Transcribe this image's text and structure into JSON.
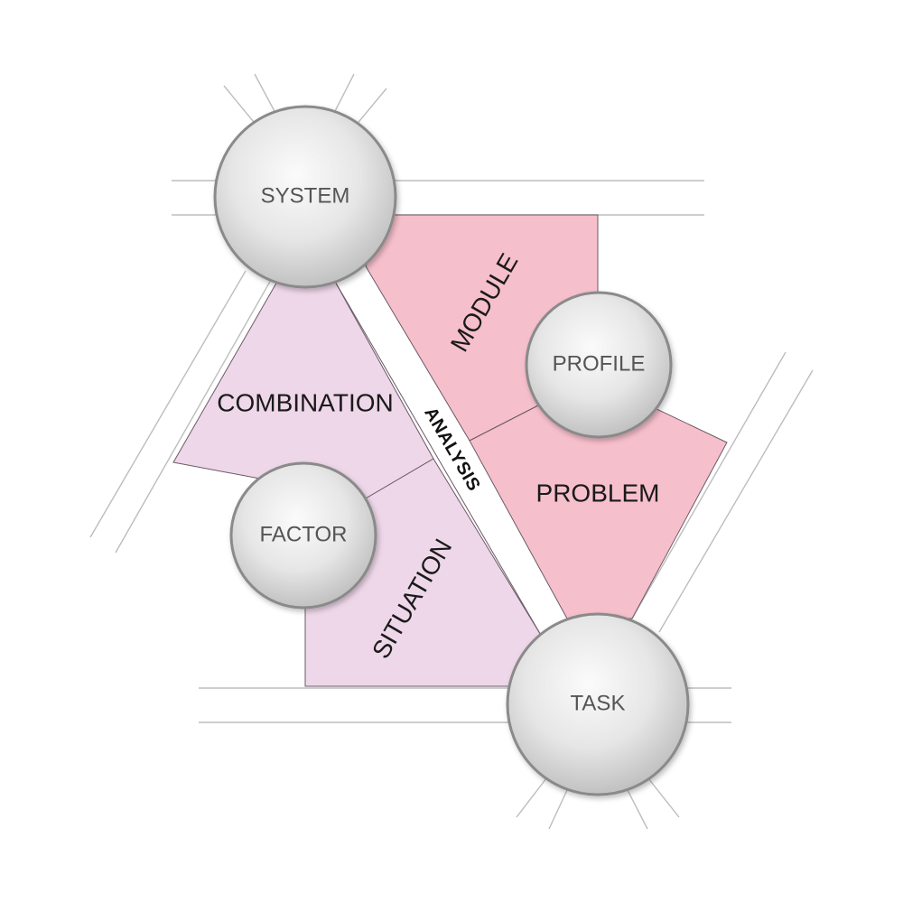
{
  "nodes": {
    "system": "SYSTEM",
    "profile": "PROFILE",
    "factor": "FACTOR",
    "task": "TASK"
  },
  "regions": {
    "module": "MODULE",
    "combination": "COMBINATION",
    "problem": "PROBLEM",
    "situation": "SITUATION"
  },
  "band": {
    "analysis": "ANALYSIS"
  },
  "colors": {
    "lilac_region": "#eed7e9",
    "pink_region": "#f6bfcc",
    "node_fill": "#e0e0e0",
    "node_border": "#8a8a8a"
  }
}
